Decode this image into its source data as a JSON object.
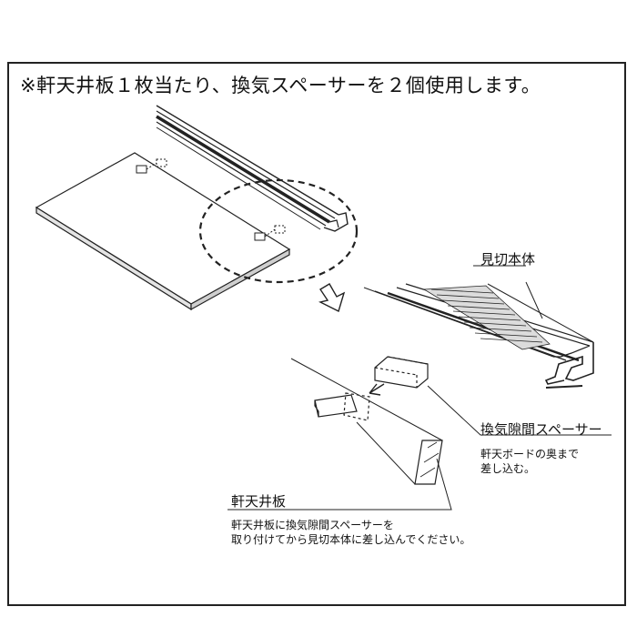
{
  "heading": "※軒天井板１枚当たり、換気スペーサーを２個使用します。",
  "labels": {
    "mikiri_body": "見切本体",
    "spacer": "換気隙間スペーサー",
    "spacer_note_1": "軒天ボードの奥まで",
    "spacer_note_2": "差し込む。",
    "board": "軒天井板",
    "board_note_1": "軒天井板に換気隙間スペーサーを",
    "board_note_2": "取り付けてから見切本体に差し込んでください。"
  }
}
